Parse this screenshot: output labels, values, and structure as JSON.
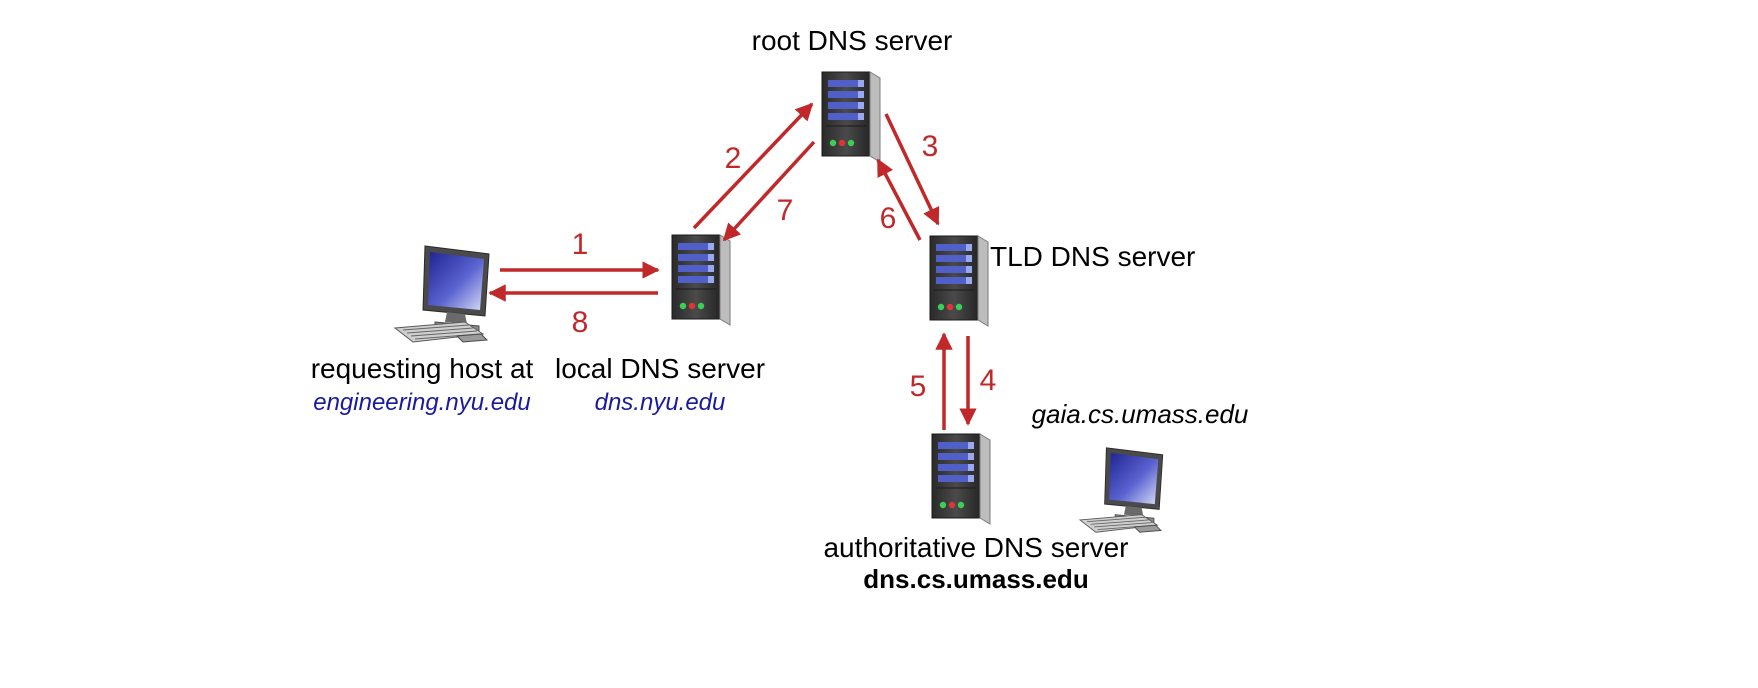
{
  "colors": {
    "arrow": "#c0282a",
    "server_body": "#3a3a3a",
    "server_drive": "#6a7fd8",
    "domain_text": "#1a1a9c",
    "monitor_screen": "#2a2f9a"
  },
  "nodes": {
    "requesting_host": {
      "label": "requesting host at",
      "domain": "engineering.nyu.edu",
      "icon": "desktop-computer-icon"
    },
    "local_dns": {
      "label": "local DNS server",
      "domain": "dns.nyu.edu",
      "icon": "server-icon"
    },
    "root_dns": {
      "label": "root DNS server",
      "icon": "server-icon"
    },
    "tld_dns": {
      "label": "TLD DNS server",
      "icon": "server-icon"
    },
    "authoritative_dns": {
      "label": "authoritative DNS server",
      "domain": "dns.cs.umass.edu",
      "icon": "server-icon"
    },
    "target_host": {
      "domain": "gaia.cs.umass.edu",
      "icon": "desktop-computer-icon"
    }
  },
  "steps": [
    {
      "number": "1",
      "from": "requesting host",
      "to": "local DNS server"
    },
    {
      "number": "2",
      "from": "local DNS server",
      "to": "root DNS server"
    },
    {
      "number": "3",
      "from": "root DNS server",
      "to": "TLD DNS server"
    },
    {
      "number": "4",
      "from": "TLD DNS server",
      "to": "authoritative DNS server"
    },
    {
      "number": "5",
      "from": "authoritative DNS server",
      "to": "TLD DNS server"
    },
    {
      "number": "6",
      "from": "TLD DNS server",
      "to": "root DNS server"
    },
    {
      "number": "7",
      "from": "root DNS server",
      "to": "local DNS server"
    },
    {
      "number": "8",
      "from": "local DNS server",
      "to": "requesting host"
    }
  ]
}
